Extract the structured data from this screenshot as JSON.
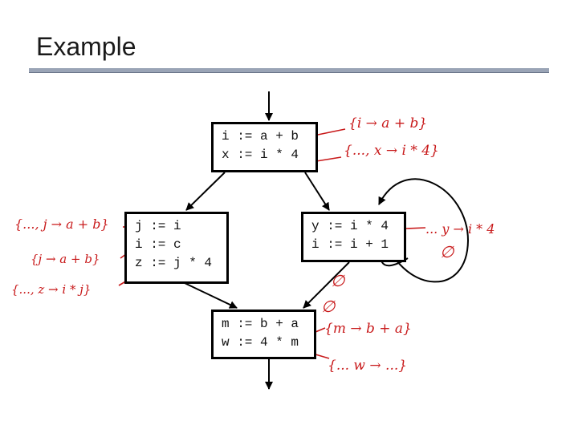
{
  "slide": {
    "title": "Example"
  },
  "blocks": {
    "b1": [
      "i := a + b",
      "x := i * 4"
    ],
    "b2": [
      "j := i",
      "i := c",
      "z := j * 4"
    ],
    "b3": [
      "y := i * 4",
      "i := i + 1"
    ],
    "b4": [
      "m := b + a",
      "w := 4 * m"
    ]
  },
  "annotations": {
    "b1_l1": "{i → a + b}",
    "b1_l2": "{..., x → i * 4}",
    "b2_l1": "{..., j → a + b}",
    "b2_l2": "{j → a + b}",
    "b2_l3": "{..., z → i * j}",
    "b3_l1": "... y → i * 4",
    "b3_empty": "∅",
    "edge_empty_1": "∅",
    "edge_empty_2": "∅",
    "b4_l1": "{m → b + a}",
    "b4_l2": "{... w → ...}"
  },
  "colors": {
    "annotation": "#c8191a",
    "block_border": "#000000",
    "title_rule": "#9aa4b6"
  }
}
